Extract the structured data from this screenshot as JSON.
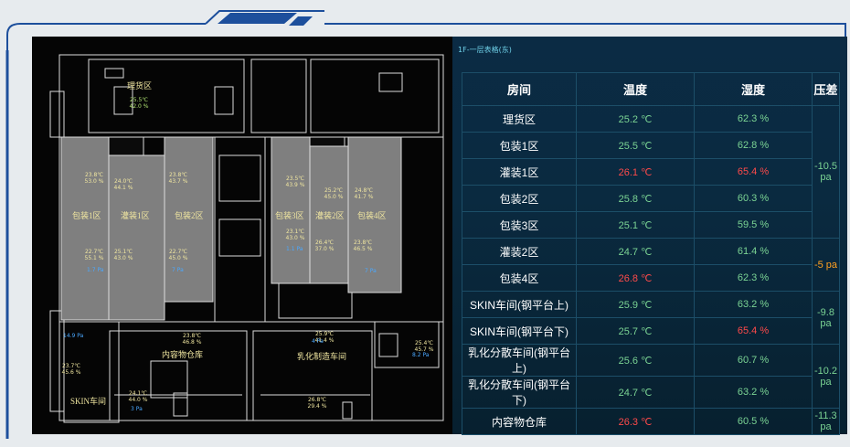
{
  "panel": {
    "title": "1F-一层表格(东)",
    "headers": [
      "房间",
      "温度",
      "湿度",
      "压差"
    ],
    "rows": [
      {
        "room": "理货区",
        "temp": "25.2 ℃",
        "hum": "62.3 %",
        "temp_status": "normal",
        "hum_status": "normal"
      },
      {
        "room": "包装1区",
        "temp": "25.5 ℃",
        "hum": "62.8 %",
        "temp_status": "normal",
        "hum_status": "normal"
      },
      {
        "room": "灌装1区",
        "temp": "26.1 ℃",
        "hum": "65.4 %",
        "temp_status": "alarm",
        "hum_status": "alarm"
      },
      {
        "room": "包装2区",
        "temp": "25.8 ℃",
        "hum": "60.3 %",
        "temp_status": "normal",
        "hum_status": "normal"
      },
      {
        "room": "包装3区",
        "temp": "25.1 ℃",
        "hum": "59.5 %",
        "temp_status": "normal",
        "hum_status": "normal"
      },
      {
        "room": "灌装2区",
        "temp": "24.7 ℃",
        "hum": "61.4 %",
        "temp_status": "normal",
        "hum_status": "normal"
      },
      {
        "room": "包装4区",
        "temp": "26.8 ℃",
        "hum": "62.3 %",
        "temp_status": "alarm",
        "hum_status": "normal"
      },
      {
        "room": "SKIN车间(钢平台上)",
        "temp": "25.9 ℃",
        "hum": "63.2 %",
        "temp_status": "normal",
        "hum_status": "normal"
      },
      {
        "room": "SKIN车间(钢平台下)",
        "temp": "25.7 ℃",
        "hum": "65.4 %",
        "temp_status": "normal",
        "hum_status": "alarm"
      },
      {
        "room": "乳化分散车间(钢平台上)",
        "temp": "25.6 ℃",
        "hum": "60.7 %",
        "temp_status": "normal",
        "hum_status": "normal"
      },
      {
        "room": "乳化分散车间(钢平台下)",
        "temp": "24.7 ℃",
        "hum": "63.2 %",
        "temp_status": "normal",
        "hum_status": "normal"
      },
      {
        "room": "内容物仓库",
        "temp": "26.3 ℃",
        "hum": "60.5 %",
        "temp_status": "alarm",
        "hum_status": "normal"
      }
    ],
    "pressure": [
      {
        "value": "-10.5 pa",
        "span": 5,
        "status": "normal"
      },
      {
        "value": "-5 pa",
        "span": 2,
        "status": "warn"
      },
      {
        "value": "-9.8 pa",
        "span": 2,
        "status": "normal"
      },
      {
        "value": "-10.2 pa",
        "span": 2,
        "status": "normal"
      },
      {
        "value": "-11.3 pa",
        "span": 1,
        "status": "normal"
      }
    ]
  },
  "floorplan": {
    "rooms": {
      "lihuo": "理货区",
      "baozhuang1": "包装1区",
      "guanzhuang1": "灌装1区",
      "baozhuang2": "包装2区",
      "baozhuang3": "包装3区",
      "guanzhuang2": "灌装2区",
      "baozhuang4": "包装4区",
      "neirongwu": "内容物仓库",
      "ruhua": "乳化制造车间",
      "skin": "SKIN车间"
    },
    "readings": {
      "lihuo": "25.5℃ 42.0 %",
      "b1_top": "23.8℃ 53.0 %",
      "g1_top": "24.0℃ 44.1 %",
      "b2_top": "23.8℃ 43.7 %",
      "b3_top": "23.5℃ 43.9 %",
      "g2_top": "25.2℃ 45.0 %",
      "b4_top": "24.8℃ 41.7 %",
      "b1_bot": "22.7℃ 55.1 %",
      "g1_bot": "25.1℃ 43.0 %",
      "b2_bot": "22.7℃ 45.0 %",
      "b3_bot": "23.1℃ 43.0 %",
      "g2_bot": "26.4℃ 37.0 %",
      "b4_bot": "23.8℃ 46.5 %",
      "nrw": "23.8℃ 46.8 %",
      "ruhua": "25.9℃ 41.4 %",
      "right": "25.4℃ 45.7 %",
      "skin": "23.7℃ 45.6 %",
      "nrw_bot": "24.1℃ 44.0 %",
      "ruhua_bot": "26.8℃ 29.4 %"
    },
    "pa": {
      "p1": "14.9 Pa",
      "p2": "8.2 Pa",
      "p3": "3 Pa",
      "p4": "1.7 Pa",
      "p5": "7 Pa",
      "p6": "1.1 Pa",
      "p7": "7 Pa",
      "p8": "4 Pa"
    }
  },
  "colors": {
    "frame": "#1d4f9c",
    "panel_bg": "#0b2b44",
    "ok": "#7bd494",
    "alarm": "#ff4a4a",
    "warn": "#ffa020"
  }
}
